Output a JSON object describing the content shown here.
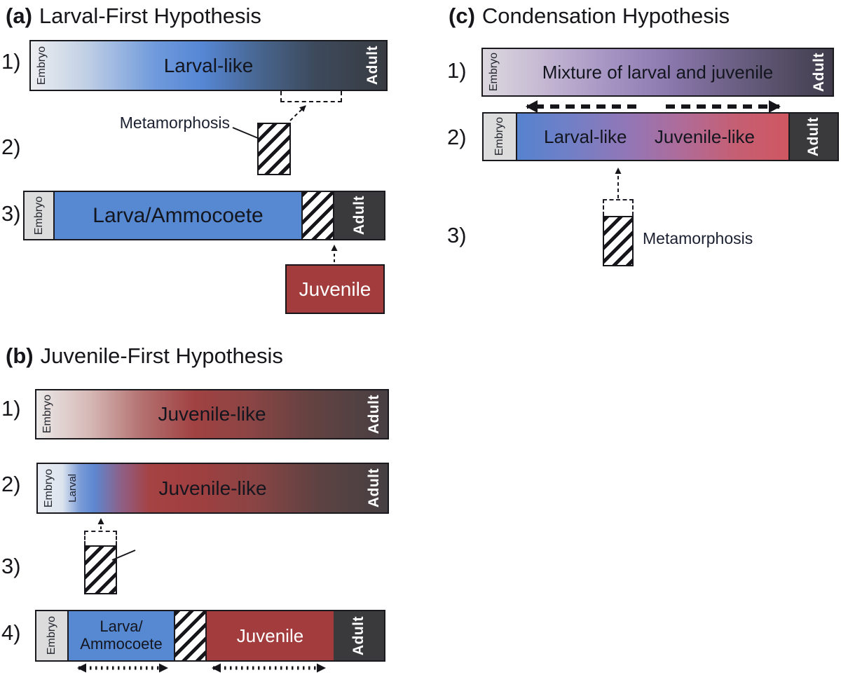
{
  "panel_a": {
    "label": "(a)",
    "title": "Larval-First Hypothesis",
    "rows": {
      "r1": "1)",
      "r2": "2)",
      "r3": "3)"
    },
    "bar1": {
      "embryo": "Embryo",
      "center": "Larval-like",
      "adult": "Adult"
    },
    "metamorphosis_label": "Metamorphosis",
    "bar3": {
      "embryo": "Embryo",
      "larva": "Larva/Ammocoete",
      "adult": "Adult"
    },
    "juvenile_box": "Juvenile"
  },
  "panel_b": {
    "label": "(b)",
    "title": "Juvenile-First Hypothesis",
    "rows": {
      "r1": "1)",
      "r2": "2)",
      "r3": "3)",
      "r4": "4)"
    },
    "bar1": {
      "embryo": "Embryo",
      "center": "Juvenile-like",
      "adult": "Adult"
    },
    "bar2": {
      "embryo": "Embryo",
      "larval": "Larval",
      "center": "Juvenile-like",
      "adult": "Adult"
    },
    "bar4": {
      "embryo": "Embryo",
      "larva_line1": "Larva/",
      "larva_line2": "Ammocoete",
      "juvenile": "Juvenile",
      "adult": "Adult"
    }
  },
  "panel_c": {
    "label": "(c)",
    "title": "Condensation Hypothesis",
    "rows": {
      "r1": "1)",
      "r2": "2)",
      "r3": "3)"
    },
    "bar1": {
      "embryo": "Embryo",
      "center": "Mixture of larval and juvenile",
      "adult": "Adult"
    },
    "bar2": {
      "embryo": "Embryo",
      "larval": "Larval-like",
      "juvenile": "Juvenile-like",
      "adult": "Adult"
    },
    "metamorphosis_label": "Metamorphosis"
  },
  "colors": {
    "larva_blue": "#5689d2",
    "juvenile_red": "#a23c3d",
    "condensed_red": "#cf5761",
    "adult_dark": "#3a3a3c",
    "embryo_gray": "#dcdcdc",
    "mixture_purple": "#8d7ab0"
  }
}
